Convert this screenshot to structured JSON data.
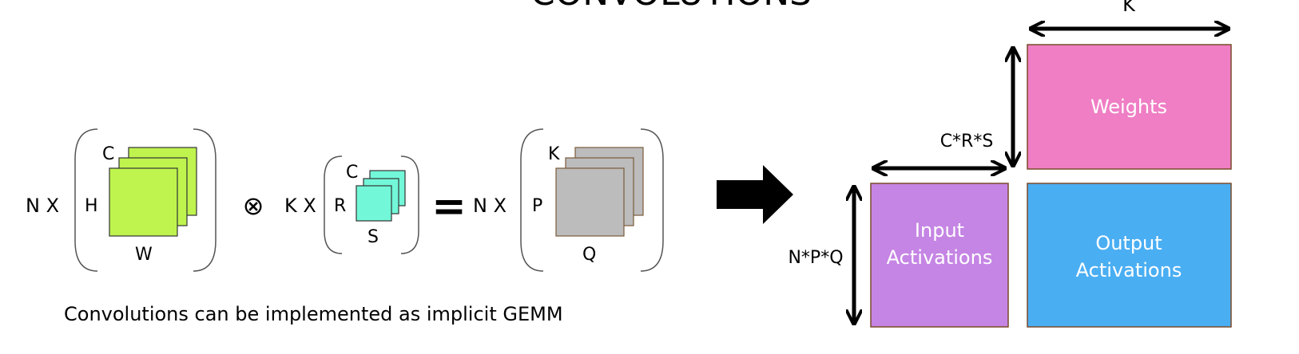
{
  "title": "CONVOLUTIONS",
  "caption": "Convolutions can be implemented as implicit GEMM",
  "colors": {
    "input_tensor": "#bff44e",
    "filter_tensor": "#72f8d8",
    "output_tensor": "#bcbcbc",
    "weights": "#ef7ec4",
    "input_activations": "#c585e4",
    "output_activations": "#4aaef3",
    "block_border": "#7a4a2a"
  },
  "equation": {
    "input": {
      "prefix": "N X",
      "channel": "C",
      "height": "H",
      "width": "W"
    },
    "operator": "⊗",
    "filter": {
      "prefix": "K X",
      "channel": "C",
      "height": "R",
      "width": "S"
    },
    "equals": "=",
    "output": {
      "prefix": "N X",
      "channel": "K",
      "height": "P",
      "width": "Q"
    }
  },
  "gemm": {
    "k_label": "K",
    "crs_label": "C*R*S",
    "npq_label": "N*P*Q",
    "weights_label": "Weights",
    "input_label": [
      "Input",
      "Activations"
    ],
    "output_label": [
      "Output",
      "Activations"
    ]
  }
}
